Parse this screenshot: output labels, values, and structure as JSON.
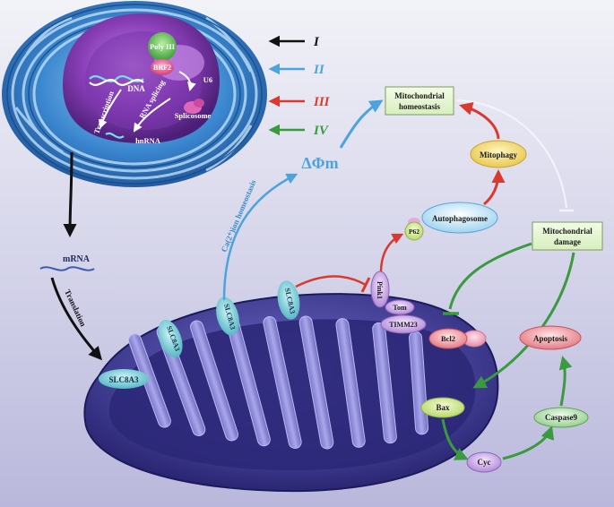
{
  "legend": {
    "items": [
      {
        "label": "I",
        "color": "#111111"
      },
      {
        "label": "II",
        "color": "#4da3dc"
      },
      {
        "label": "III",
        "color": "#d93a2f"
      },
      {
        "label": "IV",
        "color": "#3a9a3e"
      }
    ]
  },
  "nucleus": {
    "poly3": "Poly III",
    "brf2": "BRF2",
    "u6": "U6",
    "dna": "DNA",
    "transcription": "Transcription",
    "rna_splicing": "RNA splicing",
    "spliceosome": "Splicosome",
    "hnrna": "hnRNA"
  },
  "flow": {
    "mrna": "mRNA",
    "translation": "Translation",
    "ca_homeostasis": "Ca(2⁺)ion homeostasis",
    "delta_psi": "ΔΦm"
  },
  "transporters": [
    "SLC8A3",
    "SLC8A3",
    "SLC8A3",
    "SLC8A3"
  ],
  "boxes": {
    "mito_homeostasis": [
      "Mitochondrial",
      "homeostasis"
    ],
    "mito_damage": [
      "Mitochondrial",
      "damage"
    ]
  },
  "nodes": {
    "mitophagy": "Mitophagy",
    "autophagosome": "Autophagosome",
    "p62": "P62",
    "pink1": "Pink1",
    "tom": "Tom",
    "timm23": "TIMM23",
    "bcl2": "Bcl2",
    "bax": "Bax",
    "cyc": "Cyc",
    "caspase9": "Caspase9",
    "apoptosis": "Apoptosis"
  },
  "colors": {
    "black_arrow": "#111111",
    "blue_arrow": "#4da3dc",
    "red_arrow": "#d93a2f",
    "green_arrow": "#3a9a3e",
    "mito_body": "#3e3a8e",
    "cell_membrane": "#2f7fd0"
  }
}
